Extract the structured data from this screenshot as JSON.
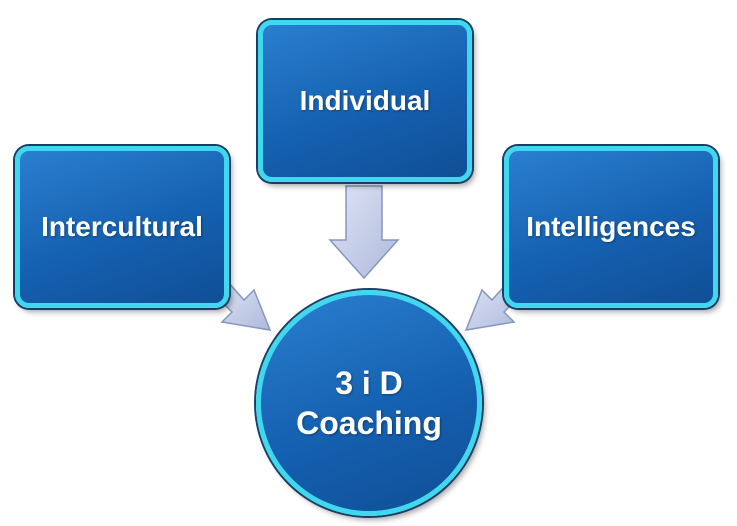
{
  "diagram": {
    "nodes": {
      "individual": "Individual",
      "intercultural": "Intercultural",
      "intelligences": "Intelligences",
      "core_line1": "3 i D",
      "core_line2": "Coaching"
    },
    "colors": {
      "node_fill": "#1560b0",
      "node_border": "#3fd8ee",
      "arrow_fill": "#b8c4e4",
      "arrow_stroke": "#8796c0",
      "text": "#ffffff"
    },
    "arrows": [
      {
        "from": "individual",
        "to": "core"
      },
      {
        "from": "intercultural",
        "to": "core"
      },
      {
        "from": "intelligences",
        "to": "core"
      }
    ]
  }
}
